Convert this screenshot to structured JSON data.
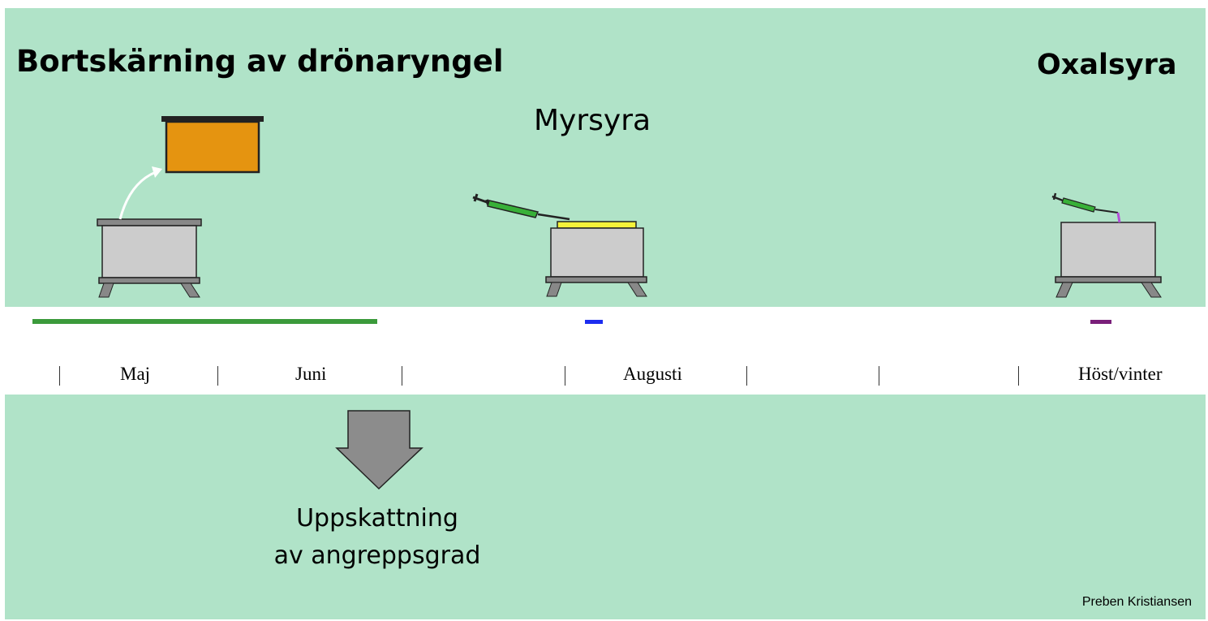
{
  "titles": {
    "drone_removal": "Bortskärning av drönaryngel",
    "formic_acid": "Myrsyra",
    "oxalic_acid": "Oxalsyra"
  },
  "timeline": {
    "months": [
      "Maj",
      "Juni",
      "Augusti",
      "Höst/vinter"
    ],
    "bar_colors": {
      "drone_removal": "#3b9a3b",
      "formic_acid": "#1c2df0",
      "oxalic_acid": "#7a1f7a"
    }
  },
  "estimate": {
    "line1": "Uppskattning",
    "line2": "av angreppsgrad"
  },
  "credit": "Preben Kristiansen",
  "colors": {
    "background": "#b0e3c8",
    "drone_frame": "#e59410",
    "hive_body": "#cccccc",
    "formic_pad": "#f5f23a",
    "syringe": "#38b038"
  },
  "icons": [
    "hive-icon",
    "drone-frame-icon",
    "arrow-icon",
    "syringe-icon",
    "down-arrow-icon"
  ]
}
